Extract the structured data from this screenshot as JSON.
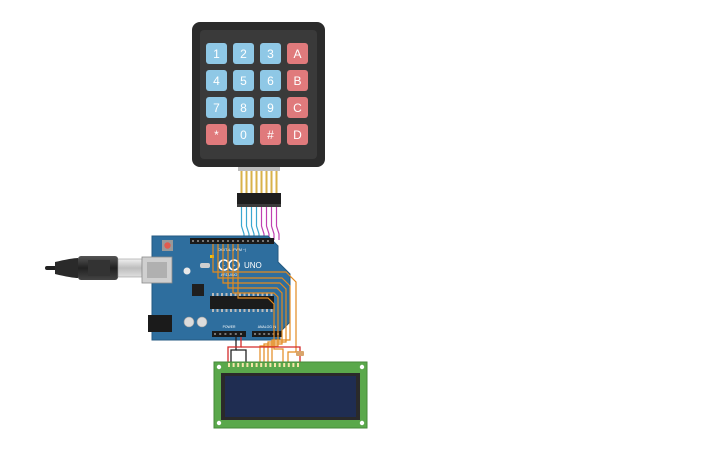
{
  "keypad": {
    "keys": [
      {
        "label": "1",
        "type": "num"
      },
      {
        "label": "2",
        "type": "num"
      },
      {
        "label": "3",
        "type": "num"
      },
      {
        "label": "A",
        "type": "fn"
      },
      {
        "label": "4",
        "type": "num"
      },
      {
        "label": "5",
        "type": "num"
      },
      {
        "label": "6",
        "type": "num"
      },
      {
        "label": "B",
        "type": "fn"
      },
      {
        "label": "7",
        "type": "num"
      },
      {
        "label": "8",
        "type": "num"
      },
      {
        "label": "9",
        "type": "num"
      },
      {
        "label": "C",
        "type": "fn"
      },
      {
        "label": "*",
        "type": "fn"
      },
      {
        "label": "0",
        "type": "num"
      },
      {
        "label": "#",
        "type": "fn"
      },
      {
        "label": "D",
        "type": "fn"
      }
    ],
    "colors": {
      "num": "#8fc8e6",
      "fn": "#e07a7c",
      "frame": "#2b2b2b",
      "inner": "#3a3a3a"
    }
  },
  "arduino": {
    "model_label": "UNO",
    "brand_label": "ARDUINO",
    "digital_header_label": "DIGITAL (PWM ~)",
    "power_label": "POWER",
    "analog_label": "ANALOG IN",
    "board_color": "#2e6e9e",
    "led_color": "#e15b4e"
  },
  "lcd": {
    "screen_color": "#1f2d52",
    "pcb_color": "#5aa84b"
  },
  "wires": {
    "keypad_colors": [
      "#3aa7d0",
      "#3aa7d0",
      "#3aa7d0",
      "#3aa7d0",
      "#c040b0",
      "#c040b0",
      "#c040b0",
      "#c040b0"
    ],
    "lcd_color": "#e38a1f"
  }
}
